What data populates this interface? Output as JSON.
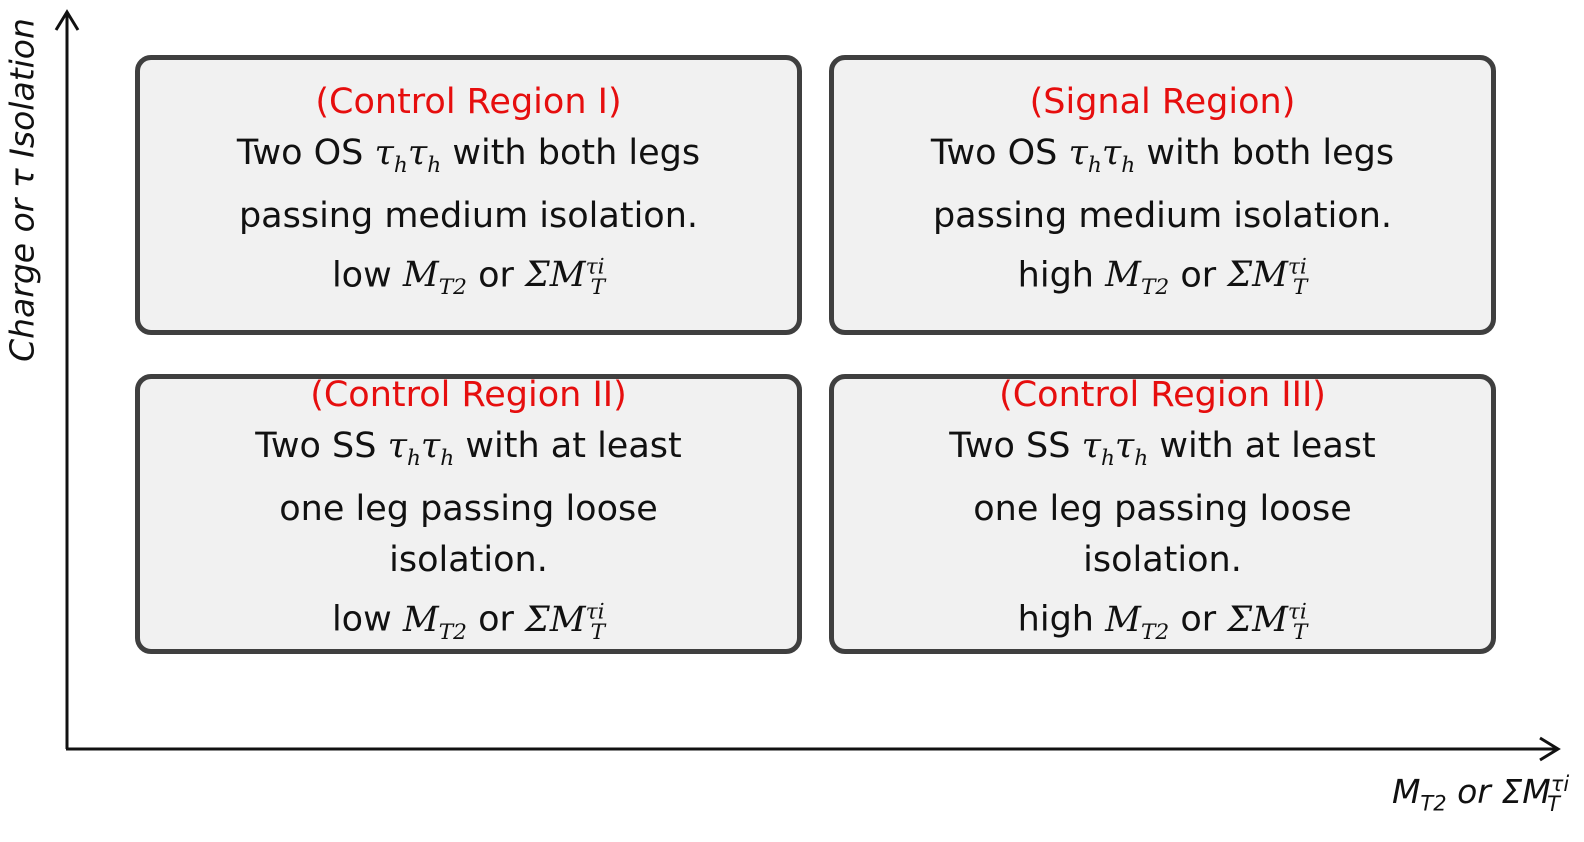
{
  "axes": {
    "ylabel": "Charge or τ Isolation",
    "xlabel_prefix": "M",
    "xlabel_sub": "T2",
    "xlabel_mid": " or ΣM",
    "xlabel_sup": "τi",
    "xlabel_sub2": "T"
  },
  "math": {
    "tau_pair_a": "τ",
    "tau_pair_sub": "h",
    "mt2_base": "M",
    "mt2_sub": "T2",
    "sum_mt": "ΣM",
    "sum_mt_sub": "T",
    "sum_mt_sup": "τi"
  },
  "regions": [
    {
      "title": "(Control Region I)",
      "line1_prefix": "Two OS",
      "line1_suffix": "with both legs",
      "line2": "passing medium isolation.",
      "mass_prefix": "low",
      "mass_or": "or"
    },
    {
      "title": "(Signal Region)",
      "line1_prefix": "Two OS",
      "line1_suffix": "with both legs",
      "line2": "passing medium isolation.",
      "mass_prefix": "high",
      "mass_or": "or"
    },
    {
      "title": "(Control Region II)",
      "line1_prefix": "Two SS",
      "line1_suffix": "with at least",
      "line2": "one leg passing loose",
      "line3": "isolation.",
      "mass_prefix": "low",
      "mass_or": "or"
    },
    {
      "title": "(Control Region III)",
      "line1_prefix": "Two SS",
      "line1_suffix": "with at least",
      "line2": "one leg passing loose",
      "line3": "isolation.",
      "mass_prefix": "high",
      "mass_or": "or"
    }
  ],
  "colors": {
    "region_title": "#e60e0e",
    "box_fill": "#f1f1f1",
    "box_border": "#3f3f3f"
  }
}
